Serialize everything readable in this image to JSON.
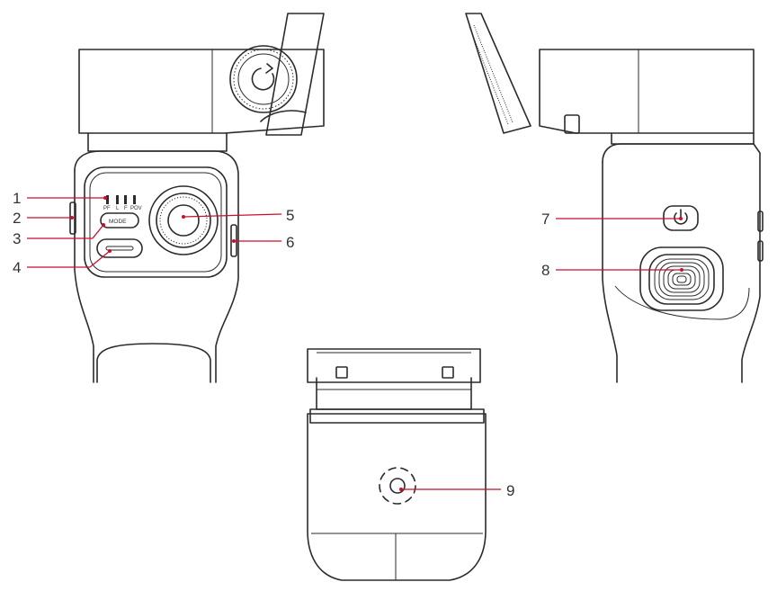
{
  "accent_color": "#c8102e",
  "indicator_labels": [
    "PF",
    "L",
    "F",
    "POV"
  ],
  "mode_button_label": "MODE",
  "callouts": [
    {
      "number": "1"
    },
    {
      "number": "2"
    },
    {
      "number": "3"
    },
    {
      "number": "4"
    },
    {
      "number": "5"
    },
    {
      "number": "6"
    },
    {
      "number": "7"
    },
    {
      "number": "8"
    },
    {
      "number": "9"
    }
  ],
  "icons": {
    "rotate": "rotate-arrow-icon",
    "power": "power-icon",
    "fingerprint": "fingerprint-pad-icon",
    "sensor": "magnetic-sensor-icon"
  }
}
